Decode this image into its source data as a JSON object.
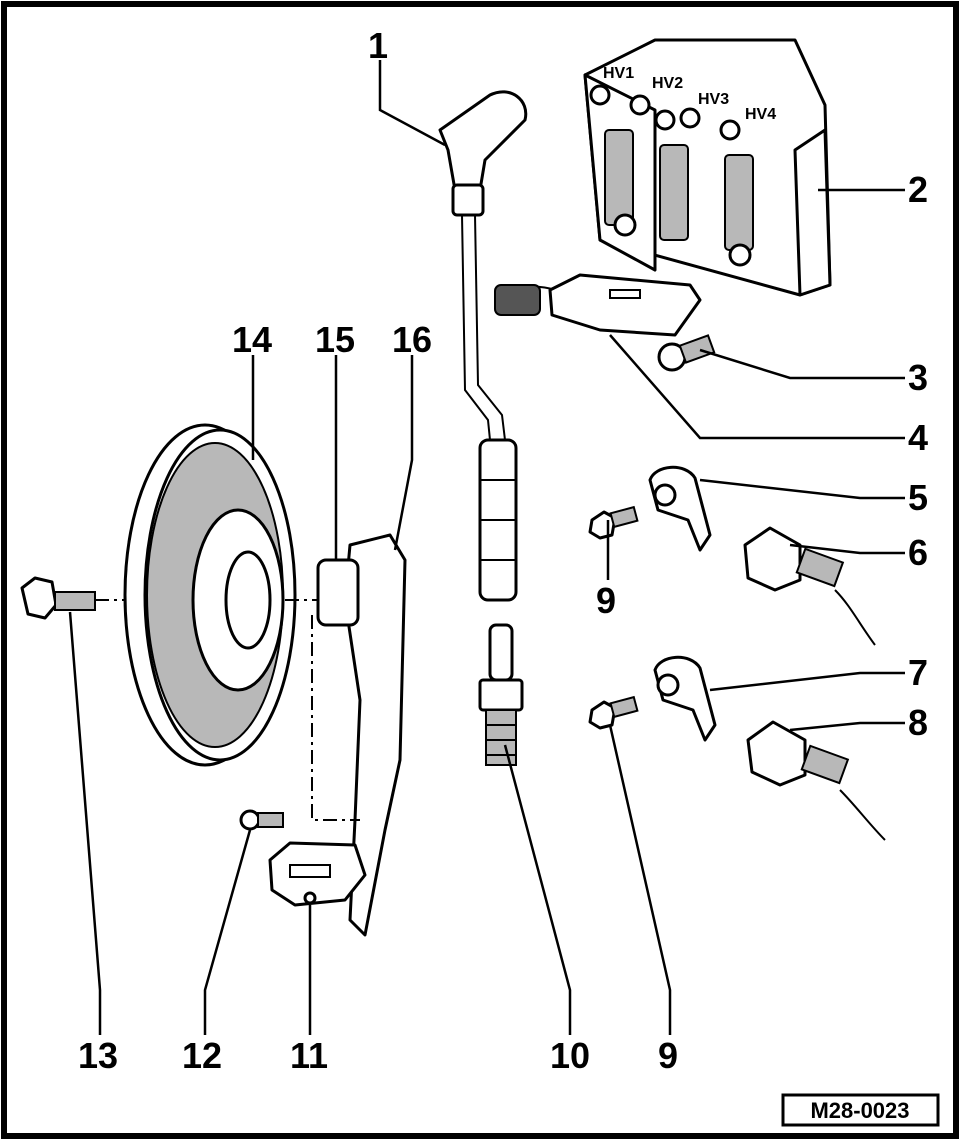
{
  "figure": {
    "reference": "M28-0023",
    "callouts": [
      "1",
      "2",
      "3",
      "4",
      "5",
      "6",
      "7",
      "8",
      "9",
      "10",
      "9",
      "11",
      "12",
      "13",
      "14",
      "15",
      "16"
    ],
    "coil_terminals": [
      "HV1",
      "HV2",
      "HV3",
      "HV4"
    ]
  }
}
